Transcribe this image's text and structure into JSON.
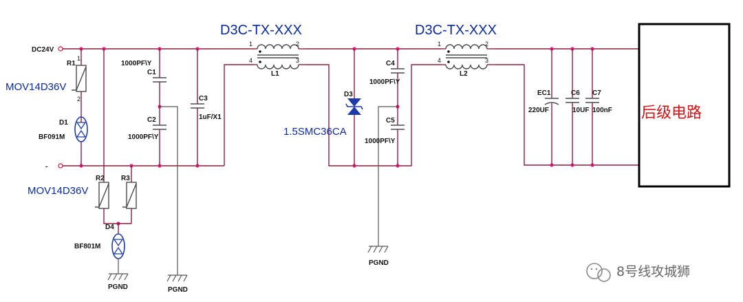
{
  "titles": {
    "filter1": "D3C-TX-XXX",
    "filter2": "D3C-TX-XXX"
  },
  "input": {
    "pos": "DC24V",
    "neg": "-"
  },
  "components": {
    "r1": {
      "ref": "R1",
      "value": "MOV14D36V"
    },
    "d1": {
      "ref": "D1",
      "value": "BF091M"
    },
    "r2": {
      "ref": "R2"
    },
    "r3": {
      "ref": "R3"
    },
    "r23_value": "MOV14D36V",
    "d4": {
      "ref": "D4",
      "value": "BF801M"
    },
    "c1": {
      "ref": "C1",
      "value": "1000PF\\Y"
    },
    "c2": {
      "ref": "C2",
      "value": "1000PF\\Y"
    },
    "c3": {
      "ref": "C3",
      "value": "1uF/X1"
    },
    "l1": {
      "ref": "L1"
    },
    "d3": {
      "ref": "D3",
      "value": "1.5SMC36CA"
    },
    "c4": {
      "ref": "C4",
      "value": "1000PF\\Y"
    },
    "c5": {
      "ref": "C5",
      "value": "1000PF\\Y"
    },
    "l2": {
      "ref": "L2"
    },
    "ec1": {
      "ref": "EC1",
      "value": "220UF"
    },
    "c6": {
      "ref": "C6",
      "value": "10UF"
    },
    "c7": {
      "ref": "C7",
      "value": "100nF"
    }
  },
  "pins": {
    "p1": "1",
    "p2": "2",
    "p3": "3",
    "p4": "4"
  },
  "ground_label": "PGND",
  "load_block": "后级电路",
  "watermark": "8号线攻城狮",
  "colors": {
    "wire": "#8b1d3c",
    "node": "#e0197a",
    "label": "#0a2a9a",
    "block_text": "#d41414"
  }
}
